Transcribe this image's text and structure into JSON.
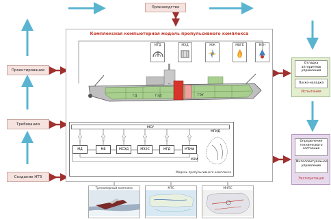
{
  "top_stage": "Производство",
  "main_title": "Комплексная компьютерная модель пропульсивного комплекса",
  "left_stages": [
    "Проектирование",
    "Требования",
    "Создание НТЗ"
  ],
  "right_group_testing": {
    "items": [
      "Отладка алгоритмов управления",
      "Пуско-наладка"
    ],
    "label": "Испытания"
  },
  "right_group_operation": {
    "items": [
      "Определение технического состояния",
      "Интеллектуальное управление"
    ],
    "label": "Эксплуатация"
  },
  "module_icons": [
    "МТД",
    "МЭД",
    "МЖ",
    "МВГБ",
    "МГН"
  ],
  "ship_labels": [
    "ГД",
    "ГЭУ",
    "ГЭД"
  ],
  "model_blocks": [
    "МСУ",
    "МД",
    "МВ",
    "МСЭД",
    "МЭЭС",
    "МГД",
    "МТИФ",
    "МГИД",
    "МЗМ"
  ],
  "model_caption": "Модель пропульсивного комплекса",
  "thumbnails": [
    "Тренажерный комплекс",
    "МТС",
    "МНПС"
  ],
  "colors": {
    "arrow_blue": "#5ab4d0",
    "arrow_red": "#a0302e",
    "title_red": "#c0392b",
    "hull_green": "#a8cf8e",
    "hull_gray": "#bfbfbf",
    "engine_red": "#d9342b"
  }
}
